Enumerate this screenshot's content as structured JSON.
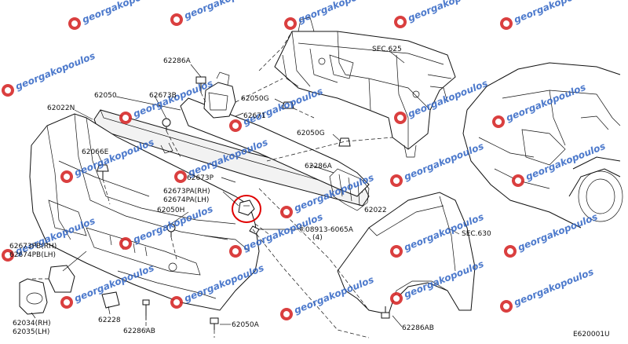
{
  "diagram_code": "E620001U",
  "labels": {
    "p62286A_top": "62286A",
    "p62050_top": "62050",
    "p62673B": "62673B",
    "p62022N": "62022N",
    "p62050G_1": "62050G",
    "p62671": "62671",
    "p62050G_2": "62050G",
    "sec625": "SEC.625",
    "p62066E": "62066E",
    "p62286A_mid": "62286A",
    "p62673P": "62673P",
    "p62673PA": "62673PA(RH)",
    "p62674PA": "62674PA(LH)",
    "p62050H": "62050H",
    "p62022": "62022",
    "bolt_spec": "Ⓡ08913-6065A",
    "bolt_qty": "(4)",
    "sec630": "SEC.630",
    "p62673PB": "62673PB(RH)",
    "p62674PB": "62674PB(LH)",
    "p62034": "62034(RH)",
    "p62035": "62035(LH)",
    "p62228": "62228",
    "p62286AB_left": "62286AB",
    "p62050A": "62050A",
    "p62286AB_right": "62286AB"
  },
  "watermark": {
    "text": "georgakopoulos",
    "color": "#2f63c4",
    "logo_color": "#d62a2a"
  },
  "highlight_color": "#e00000"
}
